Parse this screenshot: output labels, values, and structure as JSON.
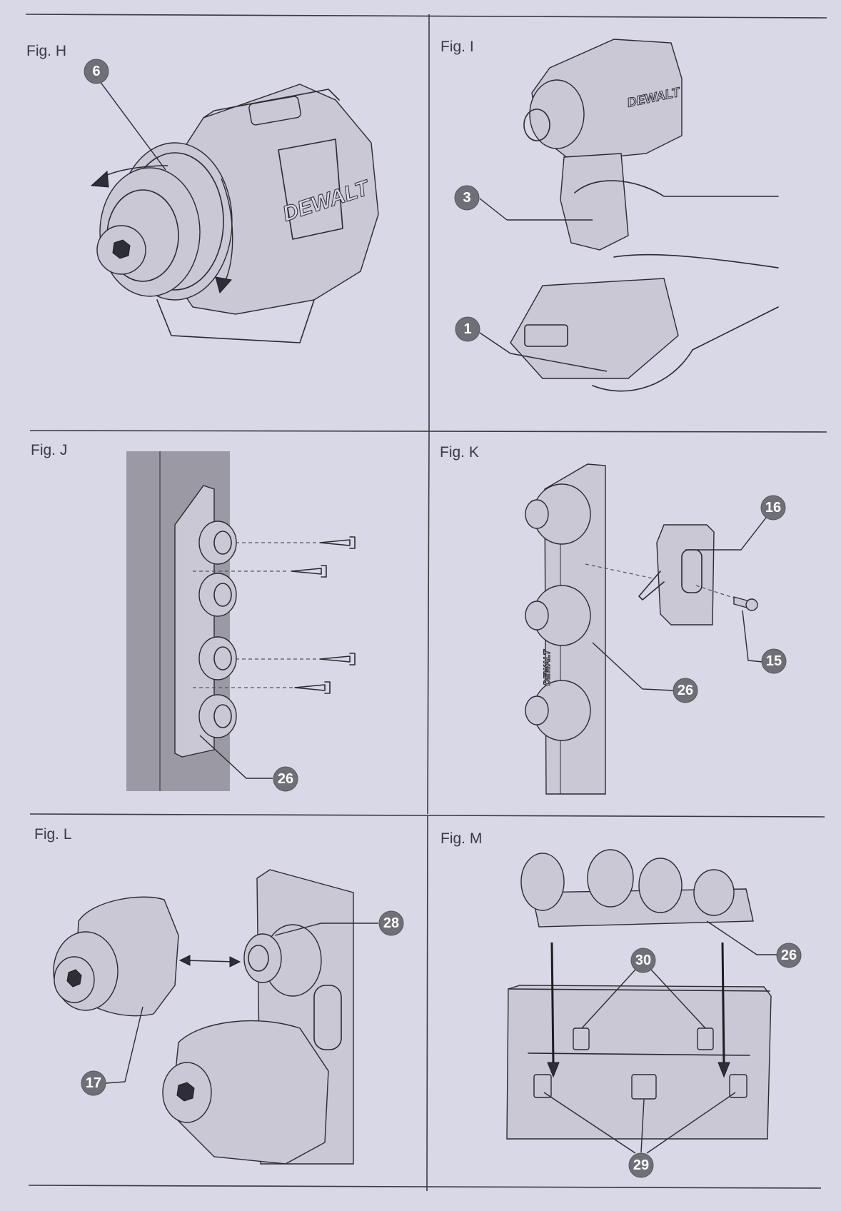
{
  "figures": [
    {
      "label": "Fig. H",
      "callouts": [
        "6"
      ]
    },
    {
      "label": "Fig. I",
      "callouts": [
        "3",
        "1"
      ]
    },
    {
      "label": "Fig. J",
      "callouts": [
        "26"
      ]
    },
    {
      "label": "Fig. K",
      "callouts": [
        "16",
        "15",
        "26"
      ]
    },
    {
      "label": "Fig. L",
      "callouts": [
        "28",
        "17"
      ]
    },
    {
      "label": "Fig. M",
      "callouts": [
        "30",
        "26",
        "29"
      ]
    }
  ],
  "brand_text": "DEWALT"
}
